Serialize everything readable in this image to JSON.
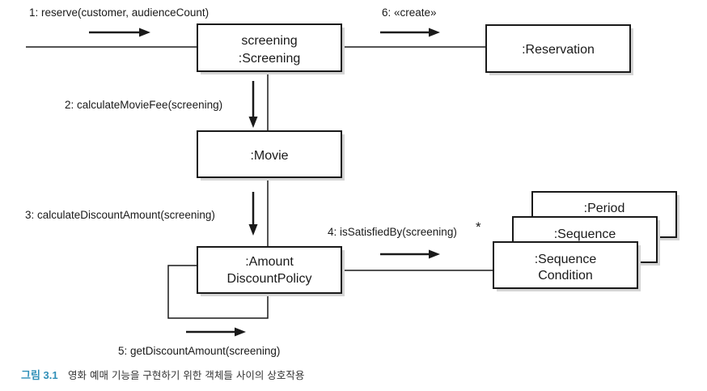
{
  "objects": {
    "screening": {
      "line1": "screening",
      "line2": ":Screening"
    },
    "reservation": {
      "label": ":Reservation"
    },
    "movie": {
      "label": ":Movie"
    },
    "amount_discount_policy": {
      "line1": ":Amount",
      "line2": "DiscountPolicy"
    },
    "period": {
      "label": ":Period"
    },
    "sequence": {
      "label": ":Sequence"
    },
    "sequence_condition": {
      "line1": ":Sequence",
      "line2": "Condition"
    }
  },
  "messages": {
    "m1": "1: reserve(customer, audienceCount)",
    "m2": "2: calculateMovieFee(screening)",
    "m3": "3: calculateDiscountAmount(screening)",
    "m4": "4: isSatisfiedBy(screening)",
    "m4_multiplicity": "*",
    "m5": "5: getDiscountAmount(screening)",
    "m6": "6: «create»"
  },
  "caption": {
    "number": "그림 3.1",
    "text": "영화 예매 기능을 구현하기 위한 객체들 사이의 상호작용"
  }
}
